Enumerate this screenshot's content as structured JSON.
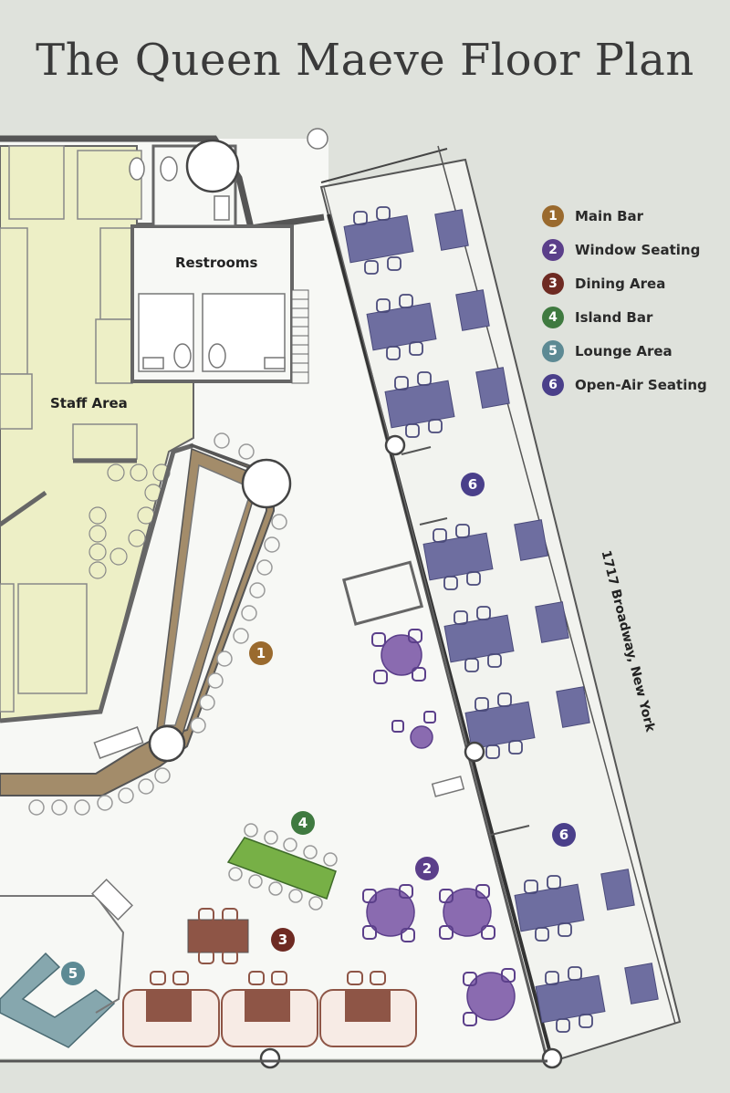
{
  "title": "The Queen Maeve Floor Plan",
  "rooms": {
    "restrooms": "Restrooms",
    "staff_area": "Staff Area"
  },
  "address": "1717 Broadway, New York",
  "legend": [
    {
      "num": "1",
      "label": "Main Bar",
      "color": "#9a6a2e"
    },
    {
      "num": "2",
      "label": "Window Seating",
      "color": "#5b3f8a"
    },
    {
      "num": "3",
      "label": "Dining Area",
      "color": "#6e2a22"
    },
    {
      "num": "4",
      "label": "Island Bar",
      "color": "#3f7a40"
    },
    {
      "num": "5",
      "label": "Lounge Area",
      "color": "#5d8a94"
    },
    {
      "num": "6",
      "label": "Open-Air Seating",
      "color": "#4a3f8a"
    }
  ],
  "map_badges": {
    "main_bar": "1",
    "window_seating": "2",
    "dining_area": "3",
    "island_bar": "4",
    "lounge_area": "5",
    "open_air_a": "6",
    "open_air_b": "6"
  },
  "colors": {
    "background": "#dfe2dc",
    "floor": "#f7f8f5",
    "staff": "#edefc6",
    "wall": "#555555",
    "bar": "#a38c6a",
    "window_table": "#8a6bb0",
    "dining_table": "#8e5546",
    "island": "#77b046",
    "lounge": "#86a7ae",
    "open_air_table": "#6e6ea0"
  }
}
